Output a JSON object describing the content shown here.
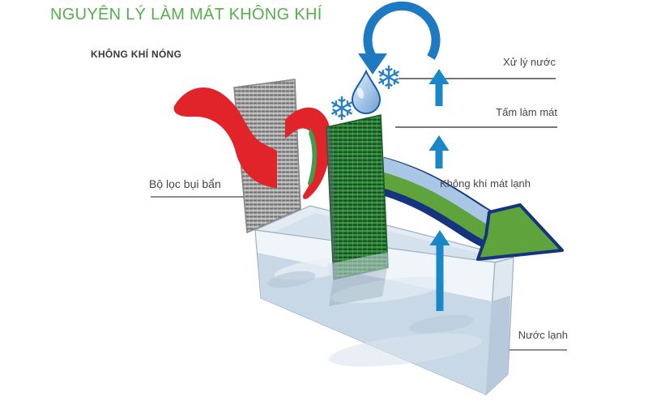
{
  "title": "NGUYÊN LÝ LÀM MÁT KHÔNG KHÍ",
  "labels": {
    "hot_air": "KHÔNG KHÍ NÓNG",
    "dust_filter": "Bộ lọc bụi bẩn",
    "water_treatment": "Xử lý nước",
    "cooling_pad": "Tấm làm mát",
    "cool_air": "Không khí mát lạnh",
    "cold_water": "Nước lạnh"
  },
  "colors": {
    "title_green": "#55b04a",
    "label_text": "#45454b",
    "hot_air_red": "#e1232a",
    "arrow_blue": "#1a87c9",
    "circular_arrow_blue": "#1d79c2",
    "ribbon_light_blue": "#a9c7e5",
    "ribbon_green": "#5fa33c",
    "ribbon_navy": "#16337f",
    "cooling_pad_green": "#2f8f3f",
    "dust_filter_gray": "#b5b5b5",
    "water_fill": "#c9d8e6",
    "snowflake_blue": "#2a80c8"
  },
  "icons": {
    "snowflake_glyph": "❄"
  }
}
